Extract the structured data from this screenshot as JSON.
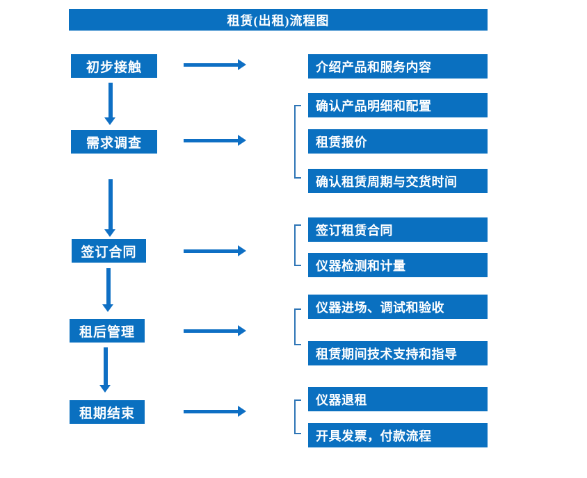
{
  "title": "租赁(出租)流程图",
  "colors": {
    "box_fill": "#0a70c0",
    "arrow": "#0e6fc4",
    "bracket": "#2e75b6",
    "box_text": "#ffffff",
    "background": "#ffffff"
  },
  "steps": [
    {
      "label": "初步接触",
      "details": [
        "介绍产品和服务内容"
      ]
    },
    {
      "label": "需求调查",
      "details": [
        "确认产品明细和配置",
        "租赁报价",
        "确认租赁周期与交货时间"
      ]
    },
    {
      "label": "签订合同",
      "details": [
        "签订租赁合同",
        "仪器检测和计量"
      ]
    },
    {
      "label": "租后管理",
      "details": [
        "仪器进场、调试和验收",
        "租赁期间技术支持和指导"
      ]
    },
    {
      "label": "租期结束",
      "details": [
        "仪器退租",
        "开具发票，付款流程"
      ]
    }
  ]
}
